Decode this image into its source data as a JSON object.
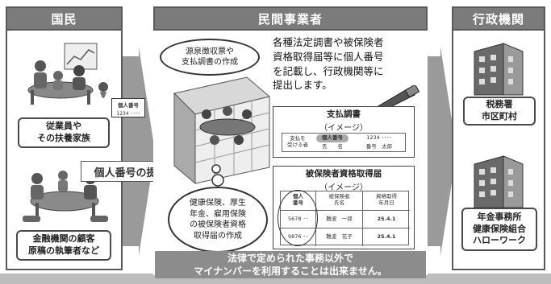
{
  "columns": {
    "citizen": {
      "title": "国民",
      "employees_label_1": "従業員や",
      "employees_label_2": "その扶養家族",
      "clients_label_1": "金融機関の顧客",
      "clients_label_2": "原稿の執筆者など",
      "card_label": "個人番号",
      "card_number": "1234 ････"
    },
    "business": {
      "title": "民間事業者",
      "description_lines": [
        "各種法定調書や被保険者",
        "資格取得届等に個人番号",
        "を記載し、行政機関等に",
        "提出します。"
      ],
      "cloud_top_1": "源泉徴収票や",
      "cloud_top_2": "支払調書の作成",
      "cloud_bottom_lines": [
        "健康保険、厚生",
        "年金、雇用保険",
        "の被保険者資格",
        "取得届の作成"
      ],
      "doc1": {
        "title": "支払調書",
        "subtitle": "（イメージ）",
        "row_label_1": "支払を",
        "row_label_2": "受ける者",
        "number_label": "個人番号",
        "number_value": "1234 ････",
        "name_label": "氏　　名",
        "name_value": "番号　太郎"
      },
      "doc2": {
        "title": "被保険者資格取得届",
        "subtitle": "（イメージ）",
        "col1_1": "個人",
        "col1_2": "番号",
        "col2_1": "被保険者",
        "col2_2": "氏名",
        "col3_1": "資格取得",
        "col3_2": "年月日",
        "rows": [
          {
            "number": "5678 ･･",
            "name": "難波　一郎",
            "date": "25.4.1"
          },
          {
            "number": "9876 ･･",
            "name": "難波　花子",
            "date": "25.4.1"
          }
        ]
      },
      "bottom_notice_1": "法律で定められた事務以外で",
      "bottom_notice_2": "マイナンバーを利用することは出来ません。"
    },
    "government": {
      "title": "行政機関",
      "org1_1": "税務署",
      "org1_2": "市区町村",
      "org2_1": "年金事務所",
      "org2_2": "健康保険組合",
      "org2_3": "ハローワーク"
    }
  },
  "arrow_label": "個人番号の提示",
  "colors": {
    "header_gray": "#7b7b7b",
    "arrow_gray": "#9a9a9a",
    "border": "#5a5a5a",
    "notice_band": "#8c8c8c"
  }
}
